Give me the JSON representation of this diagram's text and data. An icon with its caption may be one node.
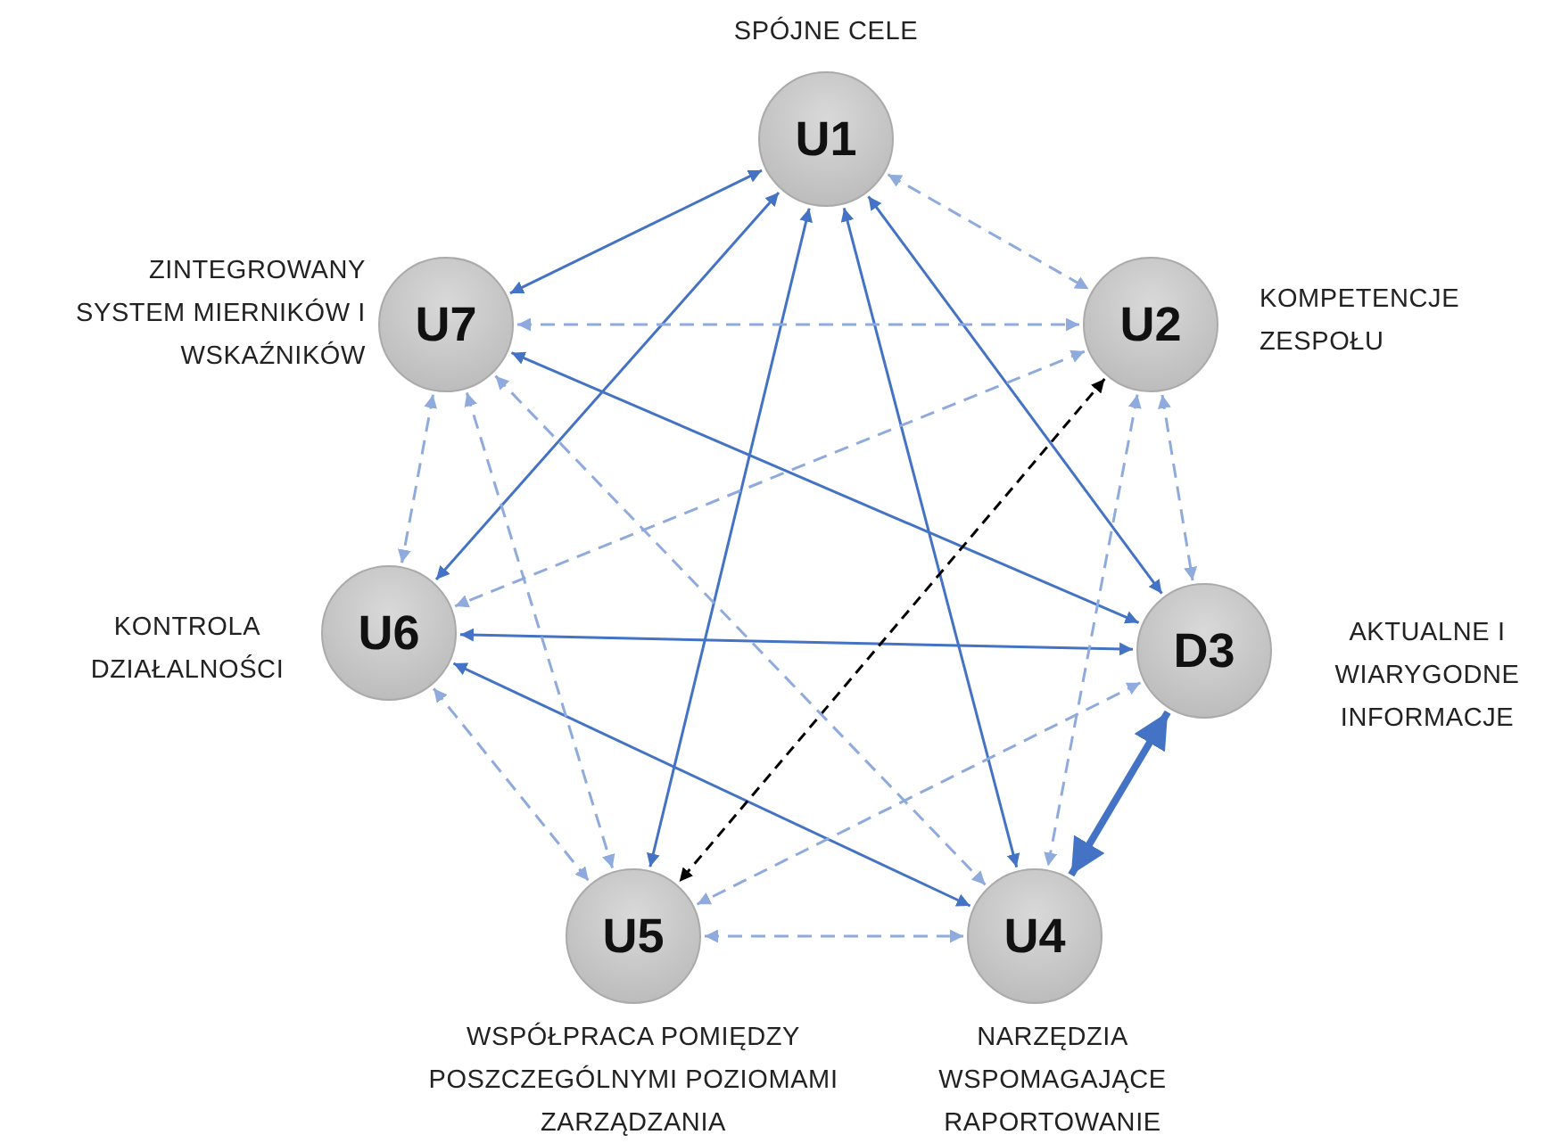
{
  "diagram": {
    "nodes": [
      {
        "text": [
          "U1"
        ],
        "beside": [
          "SPÓJNE CELE"
        ]
      },
      {
        "text": [
          "U2"
        ],
        "beside": [
          "KOMPETENCJE ZESPOŁU"
        ]
      },
      {
        "text": [
          "D3"
        ],
        "beside": [
          "AKTUALNE I WIARYGODNE INFORMACJE"
        ]
      },
      {
        "text": [
          "U4"
        ],
        "beside": [
          "NARZĘDZIA WSPOMAGAJĄCE RAPORTOWANIE"
        ]
      },
      {
        "text": [
          "U5"
        ],
        "beside": [
          "WSPÓŁPRACA POMIĘDZY POSZCZEGÓLNYMI POZIOMAMI ZARZĄDZANIA"
        ]
      },
      {
        "text": [
          "U6"
        ],
        "beside": [
          "KONTROLA DZIAŁALNOŚCI"
        ]
      },
      {
        "text": [
          "U7"
        ],
        "beside": [
          "ZINTEGROWANY SYSTEM MIERNIKÓW I WSKAŹNIKÓW"
        ]
      }
    ],
    "edges": [
      {
        "from": 0,
        "to": 6,
        "arrow": "both",
        "color": "#4472c4"
      },
      {
        "from": 0,
        "to": 2,
        "arrow": "both",
        "color": "#4472c4"
      },
      {
        "from": 0,
        "to": 5,
        "arrow": "both",
        "color": "#4472c4"
      },
      {
        "from": 0,
        "to": 4,
        "arrow": "both",
        "color": "#4472c4"
      },
      {
        "from": 0,
        "to": 3,
        "arrow": "both",
        "color": "#4472c4"
      },
      {
        "from": 6,
        "to": 2,
        "arrow": "both",
        "color": "#4472c4"
      },
      {
        "from": 5,
        "to": 2,
        "arrow": "both",
        "color": "#4472c4"
      },
      {
        "from": 5,
        "to": 3,
        "arrow": "both",
        "color": "#4472c4"
      },
      {
        "from": 2,
        "to": 3,
        "arrow": "both",
        "style": "thick",
        "color": "#4472c4"
      },
      {
        "from": 1,
        "to": 4,
        "arrow": "both",
        "style": "dashed",
        "color": "#000000"
      },
      {
        "from": 0,
        "to": 1,
        "arrow": "both",
        "style": "dashed"
      },
      {
        "from": 6,
        "to": 1,
        "arrow": "both",
        "style": "dashed"
      },
      {
        "from": 1,
        "to": 5,
        "arrow": "both",
        "style": "dashed"
      },
      {
        "from": 1,
        "to": 2,
        "arrow": "both",
        "style": "dashed"
      },
      {
        "from": 1,
        "to": 3,
        "arrow": "both",
        "style": "dashed"
      },
      {
        "from": 6,
        "to": 5,
        "arrow": "both",
        "style": "dashed"
      },
      {
        "from": 6,
        "to": 4,
        "arrow": "both",
        "style": "dashed"
      },
      {
        "from": 6,
        "to": 3,
        "arrow": "both",
        "style": "dashed"
      },
      {
        "from": 5,
        "to": 4,
        "arrow": "both",
        "style": "dashed"
      },
      {
        "from": 4,
        "to": 3,
        "arrow": "both",
        "style": "dashed"
      },
      {
        "from": 2,
        "to": 4,
        "arrow": "both",
        "style": "dashed"
      }
    ]
  }
}
